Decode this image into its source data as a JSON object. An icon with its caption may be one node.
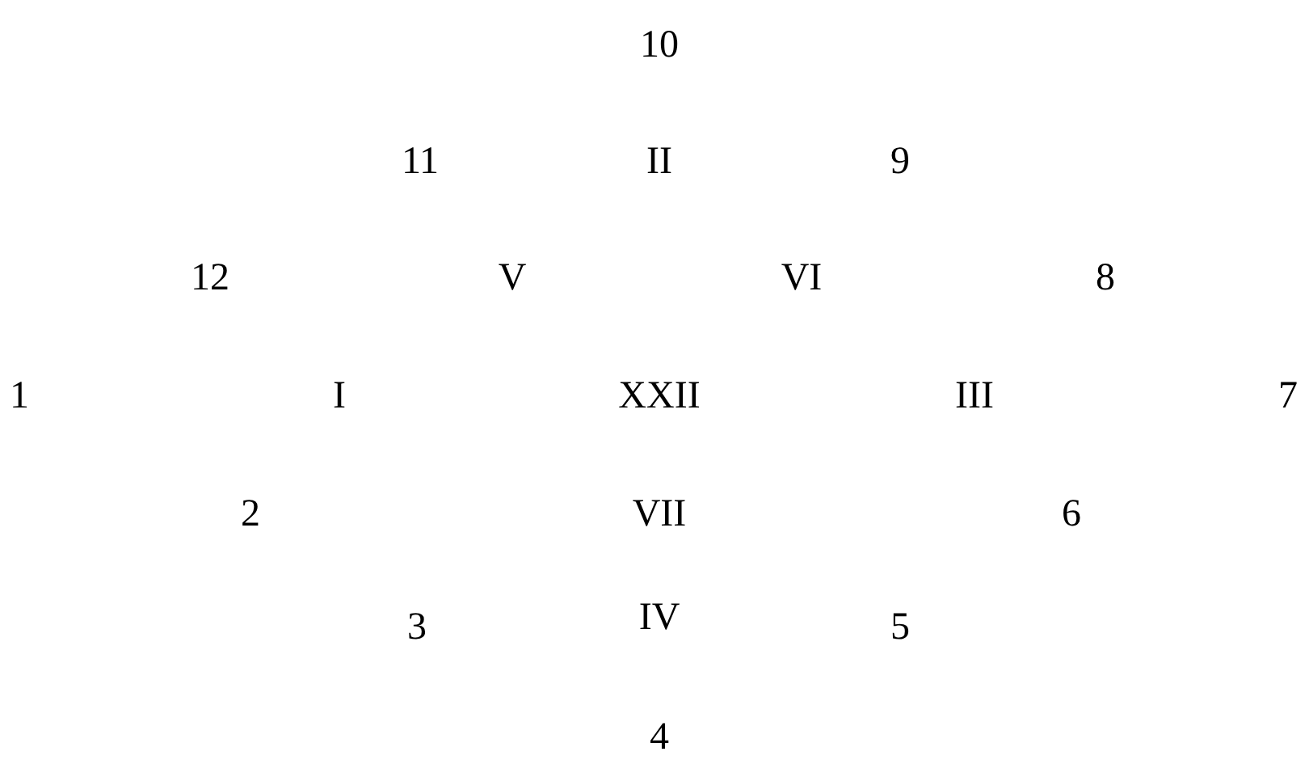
{
  "diagram": {
    "labels": [
      "10",
      "11",
      "II",
      "9",
      "12",
      "V",
      "VI",
      "8",
      "1",
      "I",
      "XXII",
      "III",
      "7",
      "2",
      "VII",
      "6",
      "3",
      "IV",
      "5",
      "4"
    ]
  }
}
